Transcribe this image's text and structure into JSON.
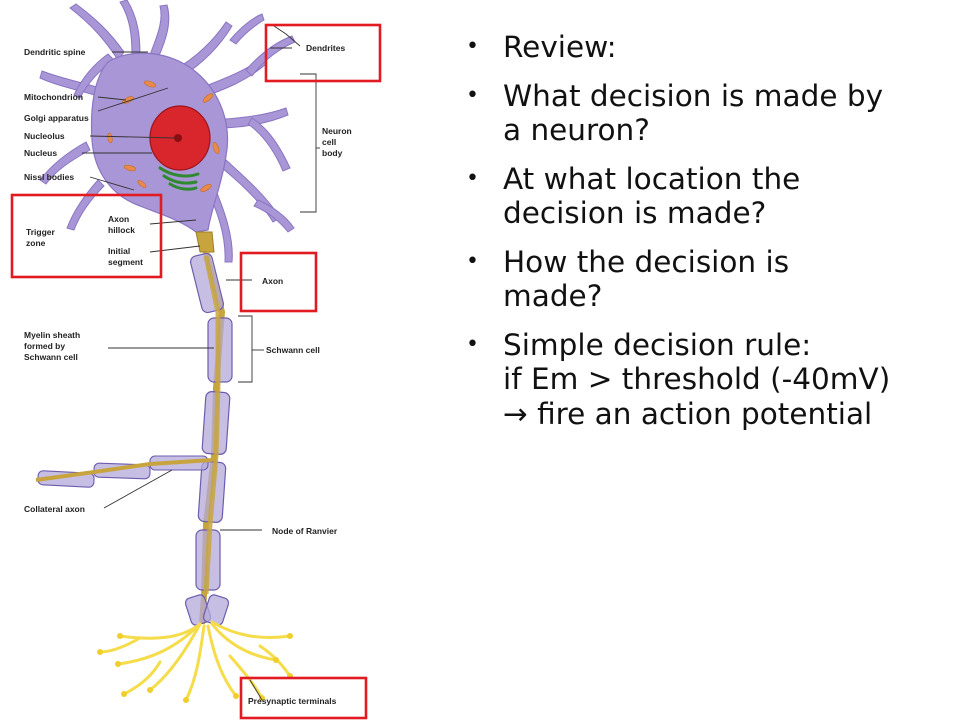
{
  "diagram": {
    "labels": {
      "dendritic_spine": "Dendritic spine",
      "mitochondrion": "Mitochondrion",
      "golgi": "Golgi apparatus",
      "nucleolus": "Nucleolus",
      "nucleus": "Nucleus",
      "nissl": "Nissl bodies",
      "trigger_1": "Trigger",
      "trigger_2": "zone",
      "hillock_1": "Axon",
      "hillock_2": "hillock",
      "initial_1": "Initial",
      "initial_2": "segment",
      "dendrites": "Dendrites",
      "cellbody_1": "Neuron",
      "cellbody_2": "cell",
      "cellbody_3": "body",
      "axon": "Axon",
      "myelin_1": "Myelin sheath",
      "myelin_2": "formed by",
      "myelin_3": "Schwann cell",
      "schwann": "Schwann cell",
      "collateral": "Collateral axon",
      "ranvier": "Node of Ranvier",
      "presynaptic": "Presynaptic terminals"
    },
    "colors": {
      "cell": "#a996d6",
      "cell_dark": "#8a75c2",
      "nucleus": "#d8262c",
      "axon": "#c7a43e",
      "myelin": "#b3a9d9",
      "golgi": "#4aa84a",
      "mito": "#e88a4a",
      "terminal": "#f5dc4a",
      "highlight": "#e21b23"
    }
  },
  "bullets": [
    {
      "lines": [
        "Review:"
      ]
    },
    {
      "lines": [
        "What decision is made by",
        "a neuron?"
      ]
    },
    {
      "lines": [
        "At what location the",
        "decision is made?"
      ]
    },
    {
      "lines": [
        "How the decision is",
        "made?"
      ]
    },
    {
      "lines": [
        "Simple decision rule:",
        "if Em > threshold (-40mV)",
        "→ fire an action potential"
      ]
    }
  ]
}
